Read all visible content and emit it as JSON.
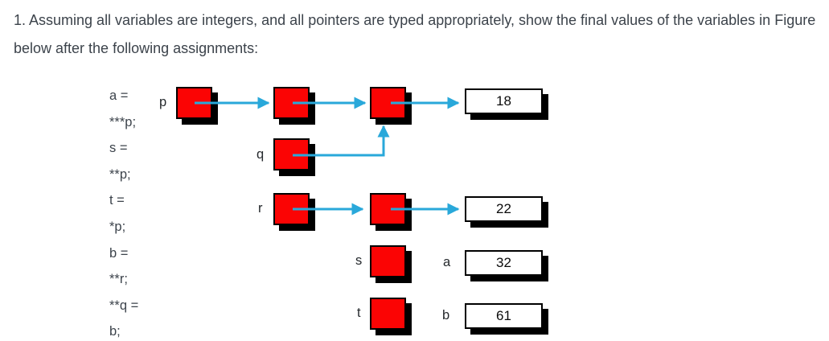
{
  "question": {
    "text": "1. Assuming all variables are integers, and all pointers are typed appropriately, show the final values of the variables in Figure below after the following assignments:"
  },
  "assignments": [
    "a =",
    "***p;",
    "s =",
    "**p;",
    "t =",
    "*p;",
    "b =",
    "**r;",
    "**q =",
    "b;"
  ],
  "diagram": {
    "labels": {
      "p": "p",
      "q": "q",
      "r": "r",
      "s": "s",
      "t": "t",
      "a": "a",
      "b": "b"
    },
    "values": {
      "p_chain_end": "18",
      "r_chain_end": "22",
      "a": "32",
      "b": "61"
    },
    "colors": {
      "pointer_box": "#fb0404",
      "arrow": "#29a8da",
      "text": "#3c434b",
      "label": "#24282c",
      "shadow": "#000000"
    }
  }
}
